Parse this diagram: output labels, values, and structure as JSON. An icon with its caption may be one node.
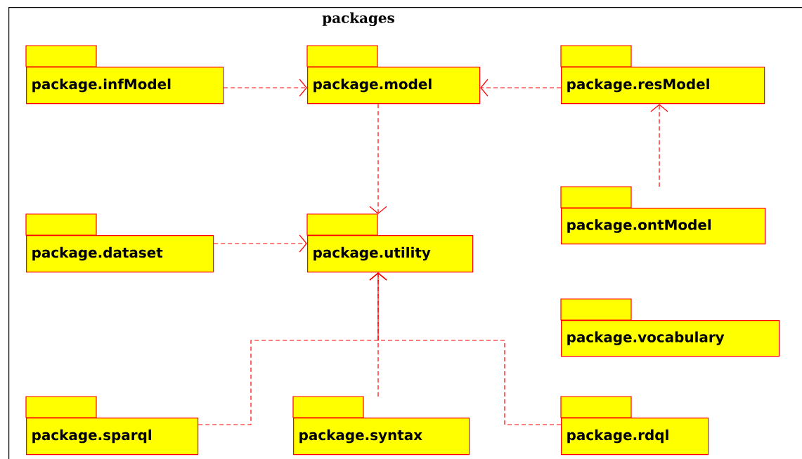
{
  "diagram": {
    "nodes": [
      {
        "text": [
          "packages"
        ]
      },
      {
        "text": [
          "package.infModel"
        ],
        "in": 0
      },
      {
        "text": [
          "package.model"
        ],
        "in": 0
      },
      {
        "text": [
          "package.resModel"
        ],
        "in": 0
      },
      {
        "text": [
          "package.dataset"
        ],
        "in": 0
      },
      {
        "text": [
          "package.utility"
        ],
        "in": 0
      },
      {
        "text": [
          "package.ontModel"
        ],
        "in": 0
      },
      {
        "text": [
          "package.vocabulary"
        ],
        "in": 0
      },
      {
        "text": [
          "package.sparql"
        ],
        "in": 0
      },
      {
        "text": [
          "package.syntax"
        ],
        "in": 0
      },
      {
        "text": [
          "package.rdql"
        ],
        "in": 0
      }
    ],
    "edges": [
      {
        "from": 1,
        "to": 2,
        "arrow": "to",
        "style": "dashed"
      },
      {
        "from": 3,
        "to": 2,
        "arrow": "to",
        "style": "dashed"
      },
      {
        "from": 2,
        "to": 5,
        "arrow": "to",
        "style": "dashed"
      },
      {
        "from": 6,
        "to": 3,
        "arrow": "to",
        "style": "dashed"
      },
      {
        "from": 4,
        "to": 5,
        "arrow": "to",
        "style": "dashed"
      },
      {
        "from": 8,
        "to": 5,
        "arrow": "to",
        "style": "dashed"
      },
      {
        "from": 9,
        "to": 5,
        "arrow": "to",
        "style": "dashed"
      },
      {
        "from": 10,
        "to": 5,
        "arrow": "to",
        "style": "dashed"
      }
    ]
  }
}
